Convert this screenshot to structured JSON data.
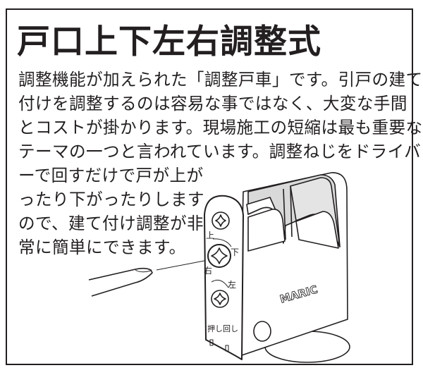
{
  "title": "戸口上下左右調整式",
  "body_lines": [
    "調整機能が加えられた「調整戸車」です。引戸の建て",
    "付けを調整するのは容易な事ではなく、大変な手間",
    "とコストが掛かります。現場施工の短縮は最も重要な",
    "テーマの一つと言われています。調整ねじをドライバ",
    "ーで回すだけで戸が上が",
    "ったり下がったりします",
    "ので、建て付け調整が非",
    "常に簡単にできます。"
  ],
  "illustration": {
    "label_up": "上",
    "label_down": "下",
    "label_right": "右",
    "label_left": "左",
    "label_push": "押し回し",
    "brand": "MARIC"
  }
}
